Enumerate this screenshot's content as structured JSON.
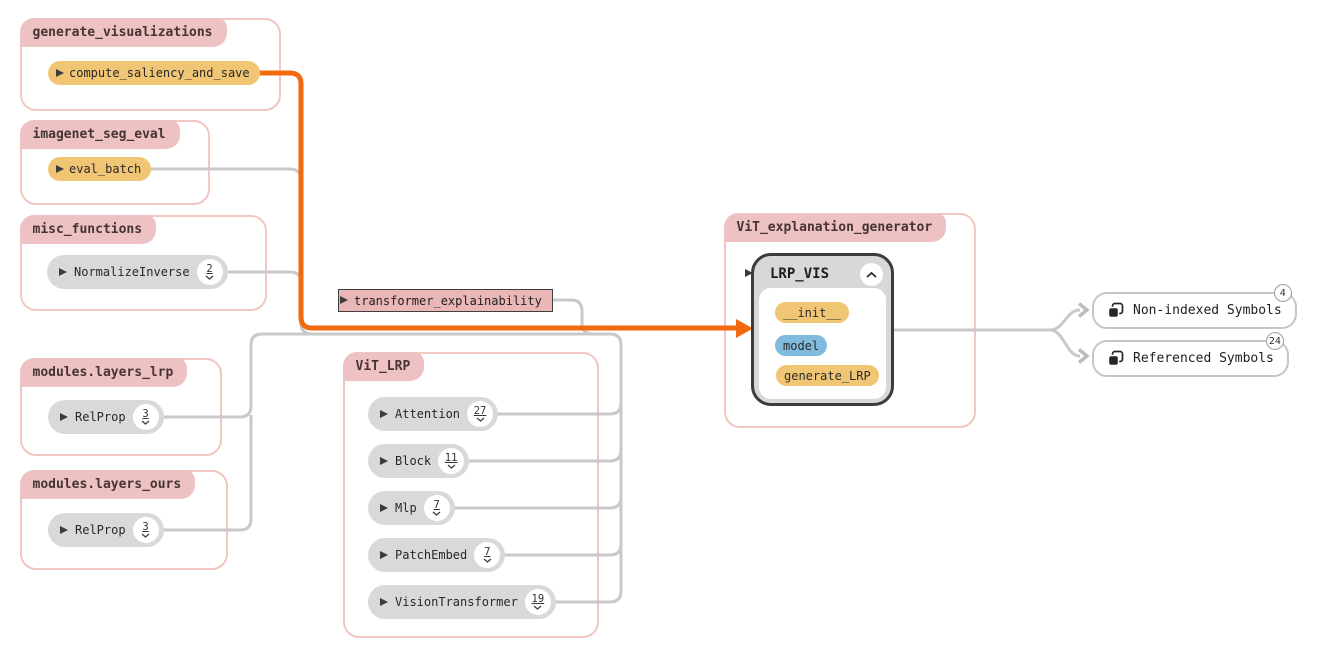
{
  "diagram": {
    "groups": [
      {
        "label": "generate_visualizations"
      },
      {
        "label": "imagenet_seg_eval"
      },
      {
        "label": "misc_functions"
      },
      {
        "label": "modules.layers_lrp"
      },
      {
        "label": "modules.layers_ours"
      },
      {
        "label": "ViT_LRP"
      },
      {
        "label": "ViT_explanation_generator"
      }
    ],
    "nodes": {
      "compute_saliency_and_save": {
        "label": "compute_saliency_and_save"
      },
      "eval_batch": {
        "label": "eval_batch"
      },
      "normalize_inverse": {
        "label": "NormalizeInverse",
        "count": "2"
      },
      "transformer_explainability": {
        "label": "transformer_explainability"
      },
      "relprop_lrp": {
        "label": "RelProp",
        "count": "3"
      },
      "relprop_ours": {
        "label": "RelProp",
        "count": "3"
      },
      "attention": {
        "label": "Attention",
        "count": "27"
      },
      "block": {
        "label": "Block",
        "count": "11"
      },
      "mlp": {
        "label": "Mlp",
        "count": "7"
      },
      "patch_embed": {
        "label": "PatchEmbed",
        "count": "7"
      },
      "vision_transformer": {
        "label": "VisionTransformer",
        "count": "19"
      },
      "lrp_vis": {
        "label": "LRP_VIS",
        "members": [
          {
            "label": "__init__"
          },
          {
            "label": "model"
          },
          {
            "label": "generate_LRP"
          }
        ]
      },
      "non_indexed_symbols": {
        "label": "Non-indexed Symbols",
        "count": "4"
      },
      "referenced_symbols": {
        "label": "Referenced Symbols",
        "count": "24"
      }
    },
    "colors": {
      "highlight_edge": "#f2690e",
      "edge": "#c9c9c9",
      "group_border": "#f2c6c1",
      "group_tab": "#eec1c2",
      "node_yellow": "#f0c675",
      "node_blue": "#80badd",
      "node_gray": "#d9d9d9",
      "active_node_border": "#3c3c3c"
    }
  }
}
